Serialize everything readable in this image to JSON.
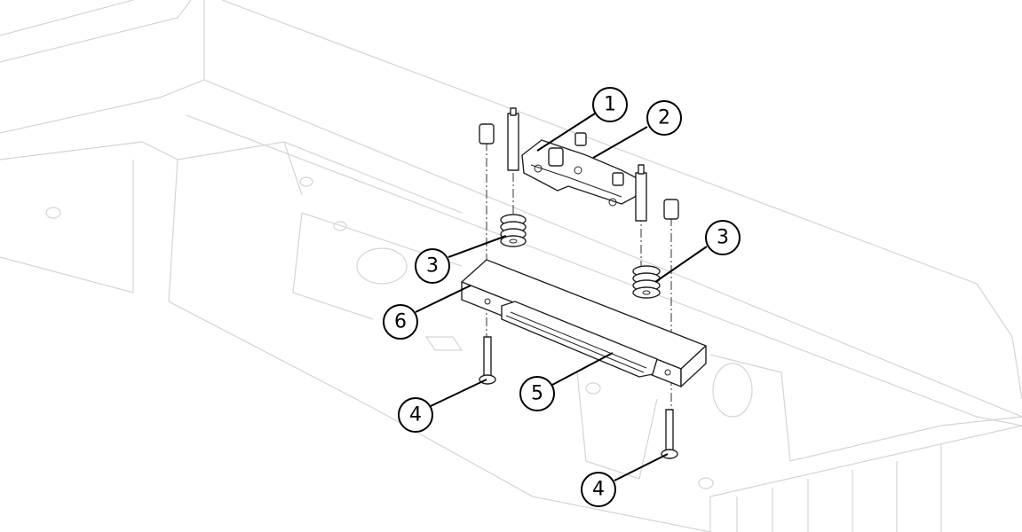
{
  "callouts": [
    {
      "id": "1",
      "label": "1"
    },
    {
      "id": "2",
      "label": "2"
    },
    {
      "id": "3a",
      "label": "3"
    },
    {
      "id": "3b",
      "label": "3"
    },
    {
      "id": "4a",
      "label": "4"
    },
    {
      "id": "4b",
      "label": "4"
    },
    {
      "id": "5",
      "label": "5"
    },
    {
      "id": "6",
      "label": "6"
    }
  ]
}
